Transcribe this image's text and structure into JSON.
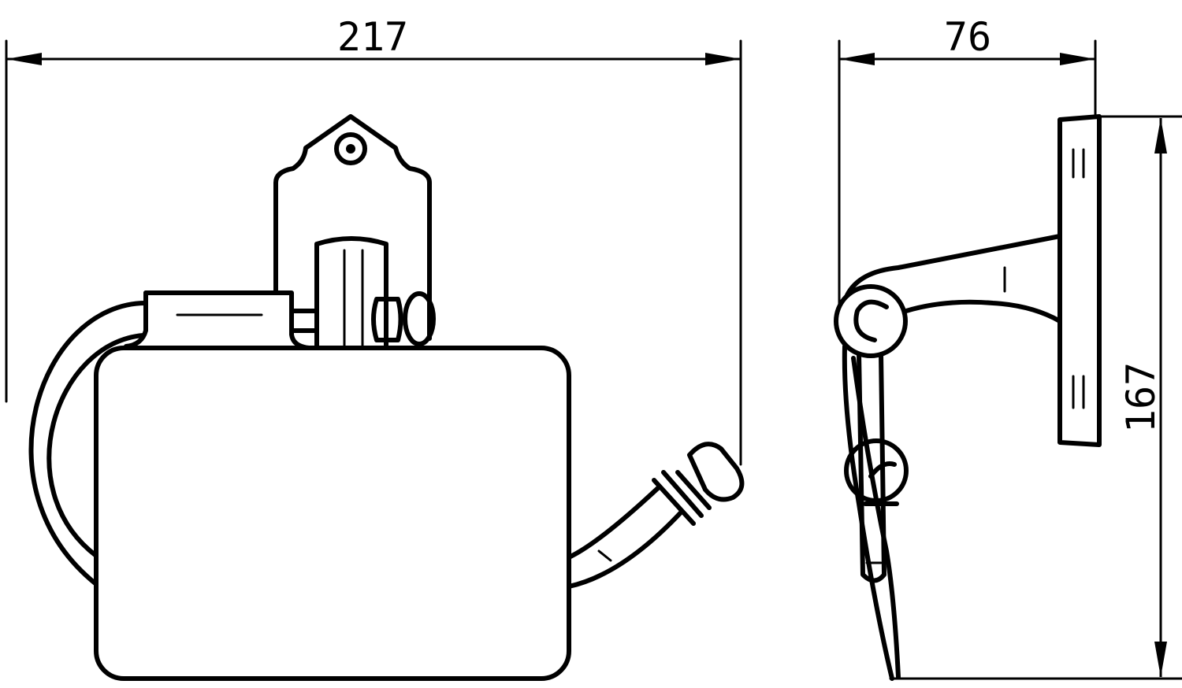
{
  "drawing": {
    "dimensions": {
      "front_width": "217",
      "side_depth": "76",
      "side_height": "167"
    },
    "colors": {
      "line": "#000000",
      "background": "#ffffff"
    }
  }
}
